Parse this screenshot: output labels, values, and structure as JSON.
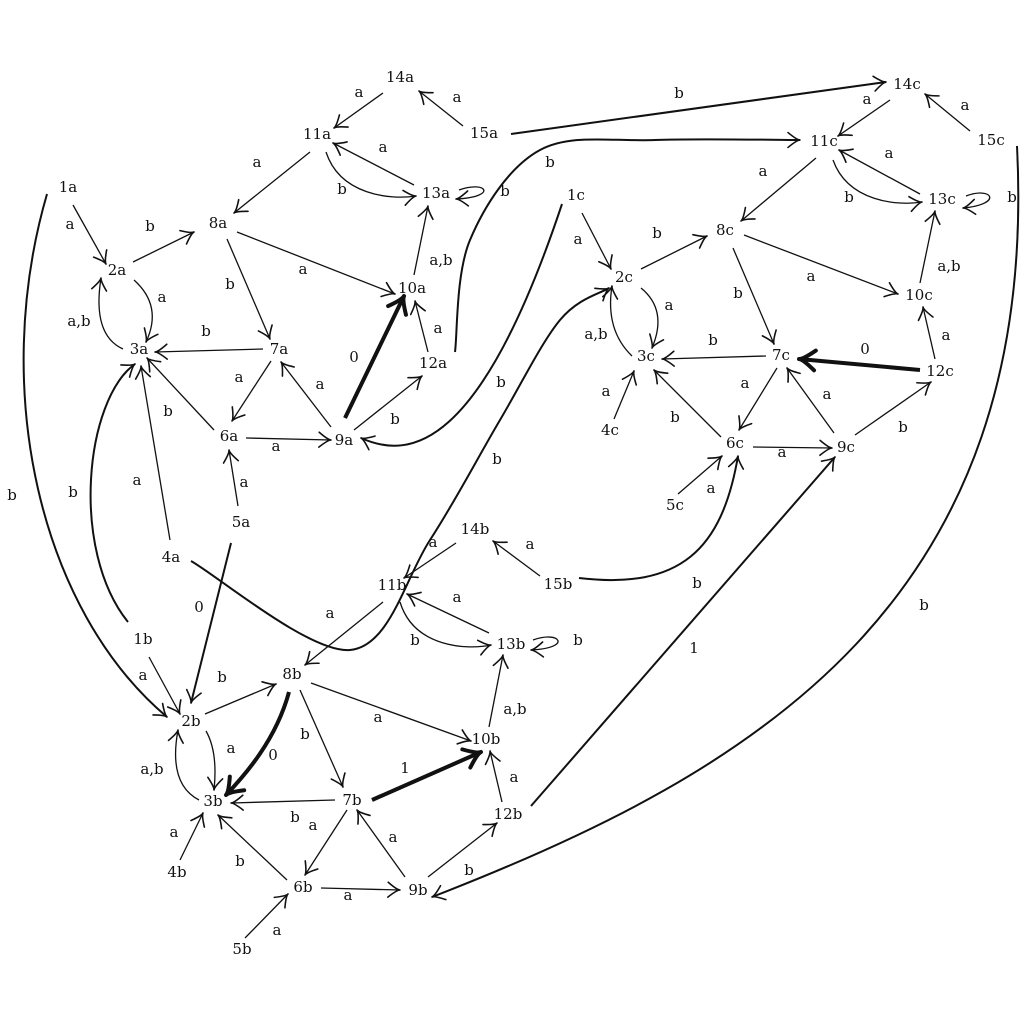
{
  "nodes": [
    {
      "id": "1a",
      "label": "1a"
    },
    {
      "id": "2a",
      "label": "2a"
    },
    {
      "id": "3a",
      "label": "3a"
    },
    {
      "id": "4a",
      "label": "4a"
    },
    {
      "id": "5a",
      "label": "5a"
    },
    {
      "id": "6a",
      "label": "6a"
    },
    {
      "id": "7a",
      "label": "7a"
    },
    {
      "id": "8a",
      "label": "8a"
    },
    {
      "id": "9a",
      "label": "9a"
    },
    {
      "id": "10a",
      "label": "10a"
    },
    {
      "id": "11a",
      "label": "11a"
    },
    {
      "id": "12a",
      "label": "12a"
    },
    {
      "id": "13a",
      "label": "13a"
    },
    {
      "id": "14a",
      "label": "14a"
    },
    {
      "id": "15a",
      "label": "15a"
    },
    {
      "id": "1b",
      "label": "1b"
    },
    {
      "id": "2b",
      "label": "2b"
    },
    {
      "id": "3b",
      "label": "3b"
    },
    {
      "id": "4b",
      "label": "4b"
    },
    {
      "id": "5b",
      "label": "5b"
    },
    {
      "id": "6b",
      "label": "6b"
    },
    {
      "id": "7b",
      "label": "7b"
    },
    {
      "id": "8b",
      "label": "8b"
    },
    {
      "id": "9b",
      "label": "9b"
    },
    {
      "id": "10b",
      "label": "10b"
    },
    {
      "id": "11b",
      "label": "11b"
    },
    {
      "id": "12b",
      "label": "12b"
    },
    {
      "id": "13b",
      "label": "13b"
    },
    {
      "id": "14b",
      "label": "14b"
    },
    {
      "id": "15b",
      "label": "15b"
    },
    {
      "id": "1c",
      "label": "1c"
    },
    {
      "id": "2c",
      "label": "2c"
    },
    {
      "id": "3c",
      "label": "3c"
    },
    {
      "id": "4c",
      "label": "4c"
    },
    {
      "id": "5c",
      "label": "5c"
    },
    {
      "id": "6c",
      "label": "6c"
    },
    {
      "id": "7c",
      "label": "7c"
    },
    {
      "id": "8c",
      "label": "8c"
    },
    {
      "id": "9c",
      "label": "9c"
    },
    {
      "id": "10c",
      "label": "10c"
    },
    {
      "id": "11c",
      "label": "11c"
    },
    {
      "id": "12c",
      "label": "12c"
    },
    {
      "id": "13c",
      "label": "13c"
    },
    {
      "id": "14c",
      "label": "14c"
    },
    {
      "id": "15c",
      "label": "15c"
    }
  ],
  "edges": [
    {
      "id": "1a-2a",
      "label": "a",
      "style": "normal"
    },
    {
      "id": "2a-3a",
      "label": "a",
      "style": "normal"
    },
    {
      "id": "3a-2a",
      "label": "a,b",
      "style": "normal"
    },
    {
      "id": "8a-2a",
      "label": "b",
      "style": "normal"
    },
    {
      "id": "7a-3a",
      "label": "b",
      "style": "normal"
    },
    {
      "id": "6a-3a",
      "label": "b",
      "style": "normal"
    },
    {
      "id": "4a-3a",
      "label": "a",
      "style": "normal"
    },
    {
      "id": "1b-3a",
      "label": "b",
      "style": "medium"
    },
    {
      "id": "5a-6a",
      "label": "a",
      "style": "normal"
    },
    {
      "id": "6a-9a",
      "label": "a",
      "style": "normal"
    },
    {
      "id": "7a-6a",
      "label": "a",
      "style": "normal"
    },
    {
      "id": "9a-7a",
      "label": "a",
      "style": "normal"
    },
    {
      "id": "8a-7a",
      "label": "b",
      "style": "normal"
    },
    {
      "id": "11a-8a",
      "label": "a",
      "style": "normal"
    },
    {
      "id": "8a-10a",
      "label": "a",
      "style": "normal"
    },
    {
      "id": "9a-10a",
      "label": "0",
      "style": "heavy"
    },
    {
      "id": "9a-12a",
      "label": "b",
      "style": "normal"
    },
    {
      "id": "12a-10a",
      "label": "a",
      "style": "normal"
    },
    {
      "id": "10a-13a",
      "label": "a,b",
      "style": "normal"
    },
    {
      "id": "13a-11a",
      "label": "a",
      "style": "normal"
    },
    {
      "id": "11a-13a",
      "label": "b",
      "style": "normal"
    },
    {
      "id": "13a-13a",
      "label": "b",
      "style": "normal"
    },
    {
      "id": "14a-11a",
      "label": "a",
      "style": "normal"
    },
    {
      "id": "15a-14a",
      "label": "a",
      "style": "normal"
    },
    {
      "id": "15a-14c",
      "label": "b",
      "style": "medium"
    },
    {
      "id": "12a-11c",
      "label": "b",
      "style": "medium"
    },
    {
      "id": "1c-9a",
      "label": "b",
      "style": "medium"
    },
    {
      "id": "1a-2b",
      "label": "b",
      "style": "medium"
    },
    {
      "id": "4a-2c",
      "label": "b",
      "style": "medium"
    },
    {
      "id": "5a-2b",
      "label": "0",
      "style": "medium"
    },
    {
      "id": "1b-2b",
      "label": "a",
      "style": "normal"
    },
    {
      "id": "2b-3b",
      "label": "a",
      "style": "normal"
    },
    {
      "id": "3b-2b",
      "label": "a,b",
      "style": "normal"
    },
    {
      "id": "2b-8b",
      "label": "b",
      "style": "normal"
    },
    {
      "id": "8b-3b",
      "label": "0",
      "style": "heavy"
    },
    {
      "id": "7b-3b",
      "label": "b",
      "style": "normal"
    },
    {
      "id": "6b-3b",
      "label": "b",
      "style": "normal"
    },
    {
      "id": "4b-3b",
      "label": "a",
      "style": "normal"
    },
    {
      "id": "5b-6b",
      "label": "a",
      "style": "normal"
    },
    {
      "id": "6b-9b",
      "label": "a",
      "style": "normal"
    },
    {
      "id": "7b-6b",
      "label": "a",
      "style": "normal"
    },
    {
      "id": "9b-7b",
      "label": "a",
      "style": "normal"
    },
    {
      "id": "8b-7b",
      "label": "b",
      "style": "normal"
    },
    {
      "id": "11b-8b",
      "label": "a",
      "style": "normal"
    },
    {
      "id": "8b-10b",
      "label": "a",
      "style": "normal"
    },
    {
      "id": "7b-10b",
      "label": "1",
      "style": "heavy"
    },
    {
      "id": "9b-12b",
      "label": "b",
      "style": "normal"
    },
    {
      "id": "12b-10b",
      "label": "a",
      "style": "normal"
    },
    {
      "id": "10b-13b",
      "label": "a,b",
      "style": "normal"
    },
    {
      "id": "13b-11b",
      "label": "a",
      "style": "normal"
    },
    {
      "id": "11b-13b",
      "label": "b",
      "style": "normal"
    },
    {
      "id": "13b-13b",
      "label": "b",
      "style": "normal"
    },
    {
      "id": "14b-11b",
      "label": "a",
      "style": "normal"
    },
    {
      "id": "15b-14b",
      "label": "a",
      "style": "normal"
    },
    {
      "id": "15b-6c",
      "label": "b",
      "style": "medium"
    },
    {
      "id": "12b-9c",
      "label": "1",
      "style": "medium"
    },
    {
      "id": "15c-9b",
      "label": "b",
      "style": "medium"
    },
    {
      "id": "1c-2c",
      "label": "a",
      "style": "normal"
    },
    {
      "id": "2c-3c",
      "label": "a",
      "style": "normal"
    },
    {
      "id": "3c-2c",
      "label": "a,b",
      "style": "normal"
    },
    {
      "id": "2c-8c",
      "label": "b",
      "style": "normal"
    },
    {
      "id": "7c-3c",
      "label": "b",
      "style": "normal"
    },
    {
      "id": "6c-3c",
      "label": "b",
      "style": "normal"
    },
    {
      "id": "4c-3c",
      "label": "a",
      "style": "normal"
    },
    {
      "id": "5c-6c",
      "label": "a",
      "style": "normal"
    },
    {
      "id": "6c-9c",
      "label": "a",
      "style": "normal"
    },
    {
      "id": "7c-6c",
      "label": "a",
      "style": "normal"
    },
    {
      "id": "9c-7c",
      "label": "a",
      "style": "normal"
    },
    {
      "id": "8c-7c",
      "label": "b",
      "style": "normal"
    },
    {
      "id": "11c-8c",
      "label": "a",
      "style": "normal"
    },
    {
      "id": "8c-10c",
      "label": "a",
      "style": "normal"
    },
    {
      "id": "12c-7c",
      "label": "0",
      "style": "heavy"
    },
    {
      "id": "9c-12c",
      "label": "b",
      "style": "normal"
    },
    {
      "id": "12c-10c",
      "label": "a",
      "style": "normal"
    },
    {
      "id": "10c-13c",
      "label": "a,b",
      "style": "normal"
    },
    {
      "id": "13c-11c",
      "label": "a",
      "style": "normal"
    },
    {
      "id": "11c-13c",
      "label": "b",
      "style": "normal"
    },
    {
      "id": "13c-13c",
      "label": "b",
      "style": "normal"
    },
    {
      "id": "14c-11c",
      "label": "a",
      "style": "normal"
    },
    {
      "id": "15c-14c",
      "label": "a",
      "style": "normal"
    }
  ]
}
